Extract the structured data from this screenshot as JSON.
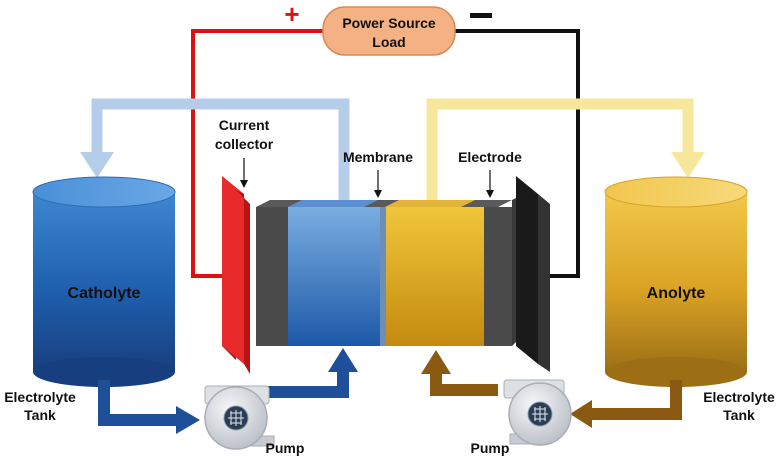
{
  "power": {
    "line1": "Power Source",
    "line2": "Load",
    "plus": "+",
    "minus": "−"
  },
  "labels": {
    "current_collector_1": "Current",
    "current_collector_2": "collector",
    "membrane": "Membrane",
    "electrode": "Electrode",
    "catholyte": "Catholyte",
    "anolyte": "Anolyte",
    "tank_left_1": "Electrolyte",
    "tank_left_2": "Tank",
    "tank_right_1": "Electrolyte",
    "tank_right_2": "Tank",
    "pump_left": "Pump",
    "pump_right": "Pump"
  },
  "colors": {
    "positive_wire": "#e01010",
    "negative_wire": "#111111",
    "catholyte_flow": "#b6cde9",
    "anolyte_flow": "#f7e79a",
    "catholyte_return": "#1f4f98",
    "anolyte_return": "#8a5a12",
    "power_box": "#f4b183"
  }
}
